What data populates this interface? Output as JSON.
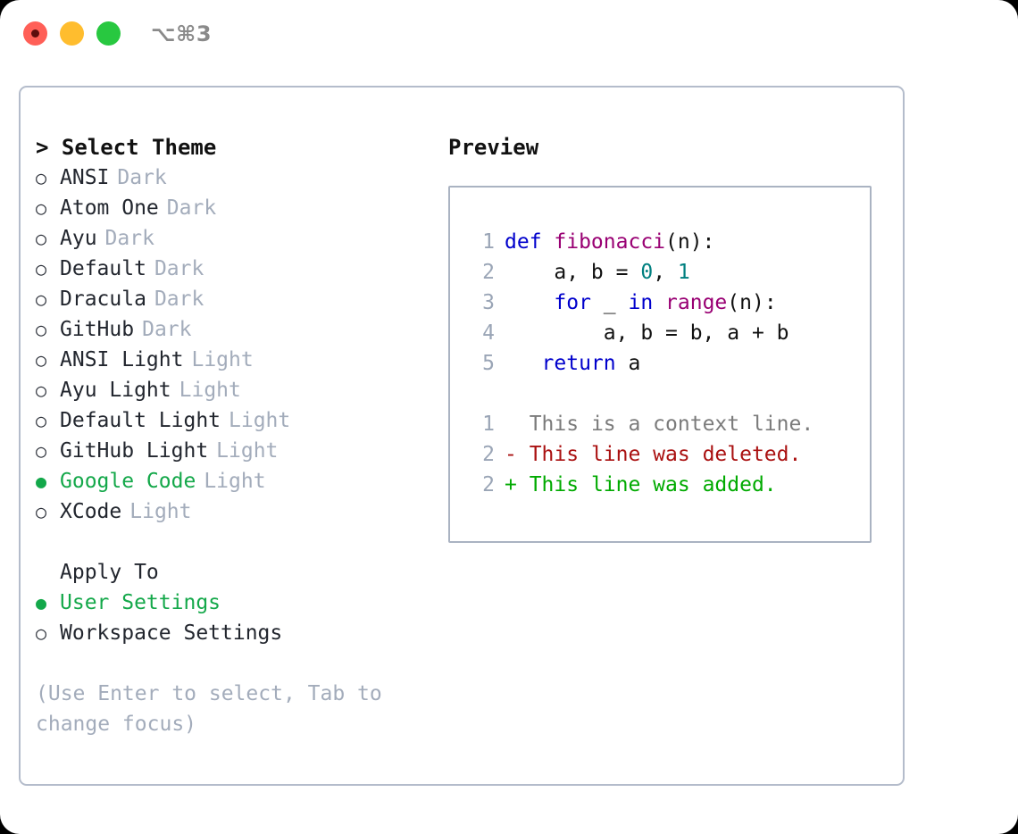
{
  "titlebar": {
    "dots": [
      {
        "name": "close-button",
        "color": "#ff5f57"
      },
      {
        "name": "minimize-button",
        "color": "#ffbd2e"
      },
      {
        "name": "maximize-button",
        "color": "#28c840"
      }
    ],
    "shortcut": "⌥⌘3"
  },
  "left": {
    "heading": "> Select Theme",
    "themes": [
      {
        "marker": "○",
        "selected": false,
        "name": "ANSI",
        "variant": "Dark"
      },
      {
        "marker": "○",
        "selected": false,
        "name": "Atom One",
        "variant": "Dark"
      },
      {
        "marker": "○",
        "selected": false,
        "name": "Ayu",
        "variant": "Dark"
      },
      {
        "marker": "○",
        "selected": false,
        "name": "Default",
        "variant": "Dark"
      },
      {
        "marker": "○",
        "selected": false,
        "name": "Dracula",
        "variant": "Dark"
      },
      {
        "marker": "○",
        "selected": false,
        "name": "GitHub",
        "variant": "Dark"
      },
      {
        "marker": "○",
        "selected": false,
        "name": "ANSI Light",
        "variant": "Light"
      },
      {
        "marker": "○",
        "selected": false,
        "name": "Ayu Light",
        "variant": "Light"
      },
      {
        "marker": "○",
        "selected": false,
        "name": "Default Light",
        "variant": "Light"
      },
      {
        "marker": "○",
        "selected": false,
        "name": "GitHub Light",
        "variant": "Light"
      },
      {
        "marker": "●",
        "selected": true,
        "name": "Google Code",
        "variant": "Light"
      },
      {
        "marker": "○",
        "selected": false,
        "name": "XCode",
        "variant": "Light"
      }
    ],
    "apply_to_heading": "Apply To",
    "apply_to": [
      {
        "marker": "●",
        "selected": true,
        "name": "User Settings"
      },
      {
        "marker": "○",
        "selected": false,
        "name": "Workspace Settings"
      }
    ],
    "hint": "(Use Enter to select, Tab to change focus)"
  },
  "right": {
    "heading": "Preview",
    "code": [
      {
        "ln": "1",
        "tokens": [
          {
            "t": "def ",
            "c": "kw"
          },
          {
            "t": "fibonacci",
            "c": "fn"
          },
          {
            "t": "(n):",
            "c": "pl"
          }
        ]
      },
      {
        "ln": "2",
        "tokens": [
          {
            "t": "    a, b = ",
            "c": "pl"
          },
          {
            "t": "0",
            "c": "num"
          },
          {
            "t": ", ",
            "c": "pl"
          },
          {
            "t": "1",
            "c": "num"
          }
        ]
      },
      {
        "ln": "3",
        "tokens": [
          {
            "t": "    ",
            "c": "pl"
          },
          {
            "t": "for",
            "c": "kw"
          },
          {
            "t": " _ ",
            "c": "pl"
          },
          {
            "t": "in",
            "c": "kw"
          },
          {
            "t": " ",
            "c": "pl"
          },
          {
            "t": "range",
            "c": "fn"
          },
          {
            "t": "(n):",
            "c": "pl"
          }
        ]
      },
      {
        "ln": "4",
        "tokens": [
          {
            "t": "        a, b = b, a + b",
            "c": "pl"
          }
        ]
      },
      {
        "ln": "5",
        "tokens": [
          {
            "t": "   ",
            "c": "pl"
          },
          {
            "t": "return",
            "c": "kw"
          },
          {
            "t": " a",
            "c": "pl"
          }
        ]
      }
    ],
    "diff": [
      {
        "ln": "1",
        "marker": " ",
        "text": " This is a context line.",
        "kind": "ctx"
      },
      {
        "ln": "2",
        "marker": "-",
        "text": " This line was deleted.",
        "kind": "del"
      },
      {
        "ln": "2",
        "marker": "+",
        "text": " This line was added.",
        "kind": "add"
      }
    ]
  },
  "colors": {
    "accent_green": "#14a84a",
    "muted": "#a3acbb",
    "border": "#b4bccb",
    "keyword": "#0000cc",
    "function": "#990073",
    "number": "#008080",
    "diff_delete": "#aa1111",
    "diff_add": "#00aa00"
  }
}
